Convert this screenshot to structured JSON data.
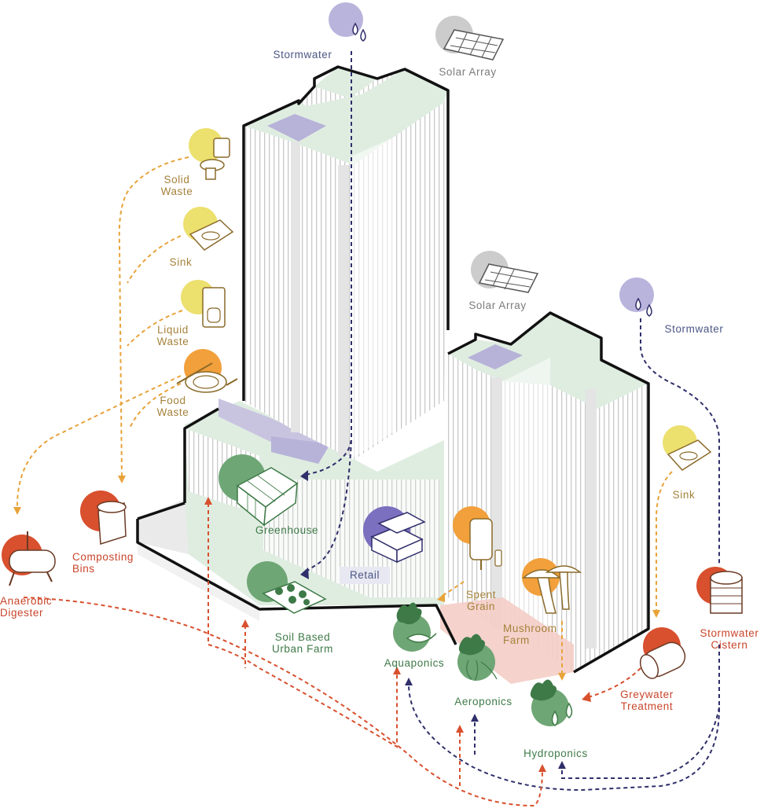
{
  "labels": {
    "stormwater_top": "Stormwater",
    "solar_array_top": "Solar Array",
    "solar_array_mid": "Solar Array",
    "stormwater_right": "Stormwater",
    "solid_waste": "Solid\nWaste",
    "sink_left": "Sink",
    "liquid_waste": "Liquid\nWaste",
    "food_waste": "Food\nWaste",
    "composting_bins": "Composting\nBins",
    "anaerobic_digester": "Anaerobic\nDigester",
    "greenhouse": "Greenhouse",
    "retail": "Retail",
    "spent_grain": "Spent\nGrain",
    "mushroom_farm": "Mushroom\nFarm",
    "soil_based_urban_farm": "Soil Based\nUrban Farm",
    "aquaponics": "Aquaponics",
    "aeroponics": "Aeroponics",
    "hydroponics": "Hydroponics",
    "sink_right": "Sink",
    "stormwater_cistern": "Stormwater\nCistern",
    "greywater_treatment": "Greywater\nTreatment"
  },
  "colors": {
    "navy": "#2f2f6b",
    "label_navy": "#4b5685",
    "mustard": "#e8a33a",
    "label_mustard": "#a5823a",
    "orange_red": "#d8502e",
    "green": "#3e7a47",
    "lavender": "#b9b4dc",
    "yellow": "#ece06e",
    "light_orange": "#f2a03c",
    "gray": "#cccccc",
    "roof_green": "#dfede1",
    "pink": "#f4cdc7"
  },
  "icons": [
    "water-drops-icon",
    "solar-panel-icon",
    "toilet-icon",
    "sink-icon",
    "urinal-icon",
    "plate-utensils-icon",
    "compost-bin-icon",
    "digester-tank-icon",
    "greenhouse-icon",
    "store-icon",
    "grain-silo-icon",
    "mushroom-icon",
    "planter-box-icon",
    "fish-plant-icon",
    "plant-roots-icon",
    "plant-drops-icon",
    "cistern-icon",
    "greywater-tank-icon"
  ]
}
